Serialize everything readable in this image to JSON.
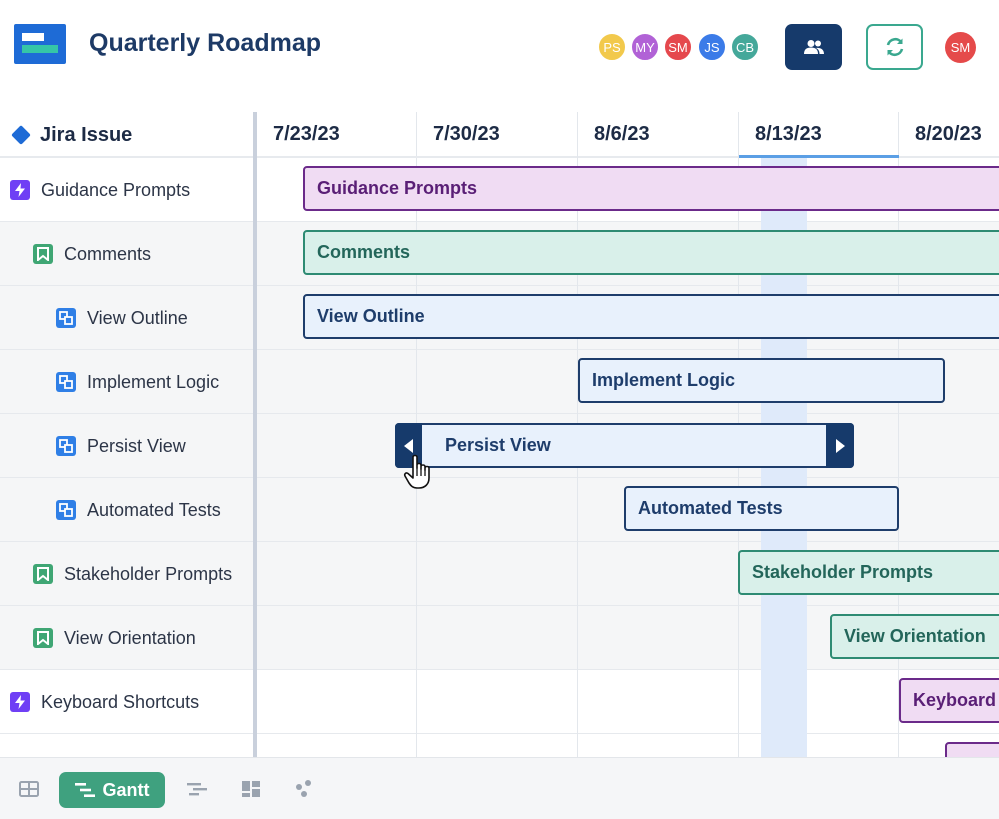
{
  "header": {
    "title": "Quarterly Roadmap",
    "collaborators": [
      {
        "initials": "PS",
        "color": "#f2c94c"
      },
      {
        "initials": "MY",
        "color": "#b162d6"
      },
      {
        "initials": "SM",
        "color": "#e5484d"
      },
      {
        "initials": "JS",
        "color": "#3b7be8"
      },
      {
        "initials": "CB",
        "color": "#45a89a"
      }
    ],
    "current_user": "SM"
  },
  "grid": {
    "first_column_header": "Jira Issue",
    "dates": [
      "7/23/23",
      "7/30/23",
      "8/6/23",
      "8/13/23",
      "8/20/23"
    ],
    "rows": [
      {
        "label": "Guidance Prompts",
        "type": "epic"
      },
      {
        "label": "Comments",
        "type": "story"
      },
      {
        "label": "View Outline",
        "type": "task"
      },
      {
        "label": "Implement Logic",
        "type": "task"
      },
      {
        "label": "Persist View",
        "type": "task"
      },
      {
        "label": "Automated Tests",
        "type": "task"
      },
      {
        "label": "Stakeholder Prompts",
        "type": "story"
      },
      {
        "label": "View Orientation",
        "type": "story"
      },
      {
        "label": "Keyboard Shortcuts",
        "type": "epic"
      }
    ],
    "bars": [
      {
        "label": "Guidance Prompts",
        "type": "epic"
      },
      {
        "label": "Comments",
        "type": "story"
      },
      {
        "label": "View Outline",
        "type": "task"
      },
      {
        "label": "Implement Logic",
        "type": "task"
      },
      {
        "label": "Persist View",
        "type": "task"
      },
      {
        "label": "Automated Tests",
        "type": "task"
      },
      {
        "label": "Stakeholder Prompts",
        "type": "story"
      },
      {
        "label": "View Orientation",
        "type": "story"
      },
      {
        "label": "Keyboard S",
        "type": "epic"
      }
    ]
  },
  "toolbar": {
    "active_view": "Gantt"
  }
}
